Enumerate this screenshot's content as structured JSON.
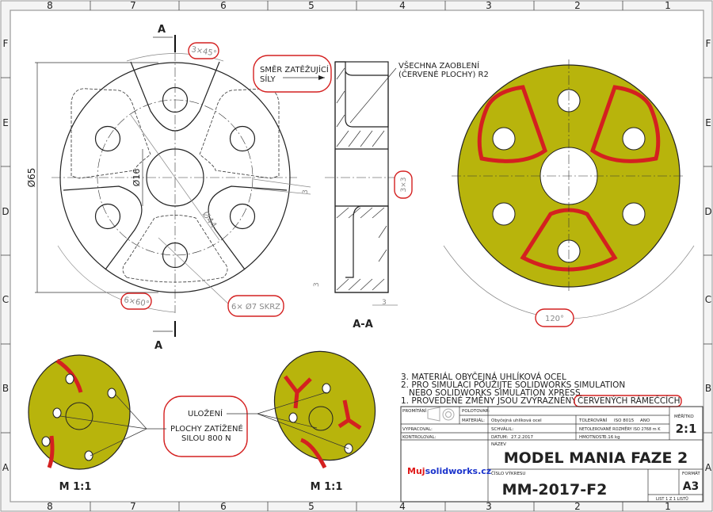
{
  "frame": {
    "columns": [
      "8",
      "7",
      "6",
      "5",
      "4",
      "3",
      "2",
      "1"
    ],
    "rows": [
      "F",
      "E",
      "D",
      "C",
      "B",
      "A"
    ]
  },
  "front_view": {
    "section_label": "A",
    "dimensions": {
      "outer_diameter": "Ø65",
      "center_hole": "Ø16",
      "bolt_circle": "Ø44",
      "chamfer_offset": "3",
      "pattern_angle_cloud": "3×45°",
      "angle_pattern": "6×60°",
      "holes": "6× Ø7 SKRZ"
    },
    "force_note": [
      "SMĚR ZATĚŽUJÍCÍ",
      "SÍLY"
    ]
  },
  "section_view": {
    "title": "A-A",
    "fillet_note": [
      "VŠECHNA ZAOBLENÍ",
      "(ČERVENÉ PLOCHY) R2"
    ],
    "dim_chamfer": "3×3",
    "dim_bottom": "3",
    "dim_width": "3"
  },
  "colored_view": {
    "angle": "120°",
    "colors": {
      "body": "#b8b40c",
      "highlight": "#d42020"
    }
  },
  "iso_views": {
    "left_scale": "M 1:1",
    "right_scale": "M 1:1",
    "note_support": "ULOŽENÍ",
    "note_loaded": [
      "PLOCHY ZATÍŽENÉ",
      "SILOU 800 N"
    ]
  },
  "notes": [
    "3. MATERIÁL OBYČEJNÁ UHLÍKOVÁ OCEL",
    "2. PRO SIMULACI POUŽIJTE SOLIDWORKS SIMULATION",
    "NEBO SOLIDWORKS SIMULATION XPRESS",
    "1. PROVEDENÉ ZMĚNY JSOU ZVÝRAZNĚNY V",
    "ČERVENÝCH RÁMEČCÍCH"
  ],
  "title_block": {
    "projection_label": "PROMÍTÁNÍ",
    "stock_label": "POLOTOVAR:",
    "material_label": "MATERIÁL:",
    "material_value": "Obyčejná uhlíková ocel",
    "tolerance_label": "TOLEROVÁNÍ",
    "tolerance_std": "ISO 8015",
    "tolerance_value": "ANO",
    "drawn_label": "VYPRACOVAL:",
    "approved_label": "SCHVÁLIL:",
    "untoleranced": "NETOLEROVANÉ ROZMĚRY ISO 2768 m K",
    "checked_label": "KONTROLOVAL:",
    "date_label": "DATUM:",
    "date_value": "27.2.2017",
    "mass_label": "HMOTNOST:",
    "mass_value": "0.16 kg",
    "scale_label": "MĚŘÍTKO",
    "scale_value": "2:1",
    "name_label": "NÁZEV",
    "name_value": "MODEL MANIA FAZE 2",
    "number_label": "ČÍSLO VÝKRESU",
    "number_value": "MM-2017-F2",
    "format_label": "FORMÁT",
    "format_value": "A3",
    "sheet": "LIST 1 Z 1 LISTŮ",
    "brand_part1": "Muj",
    "brand_part2": "solidworks.cz"
  }
}
